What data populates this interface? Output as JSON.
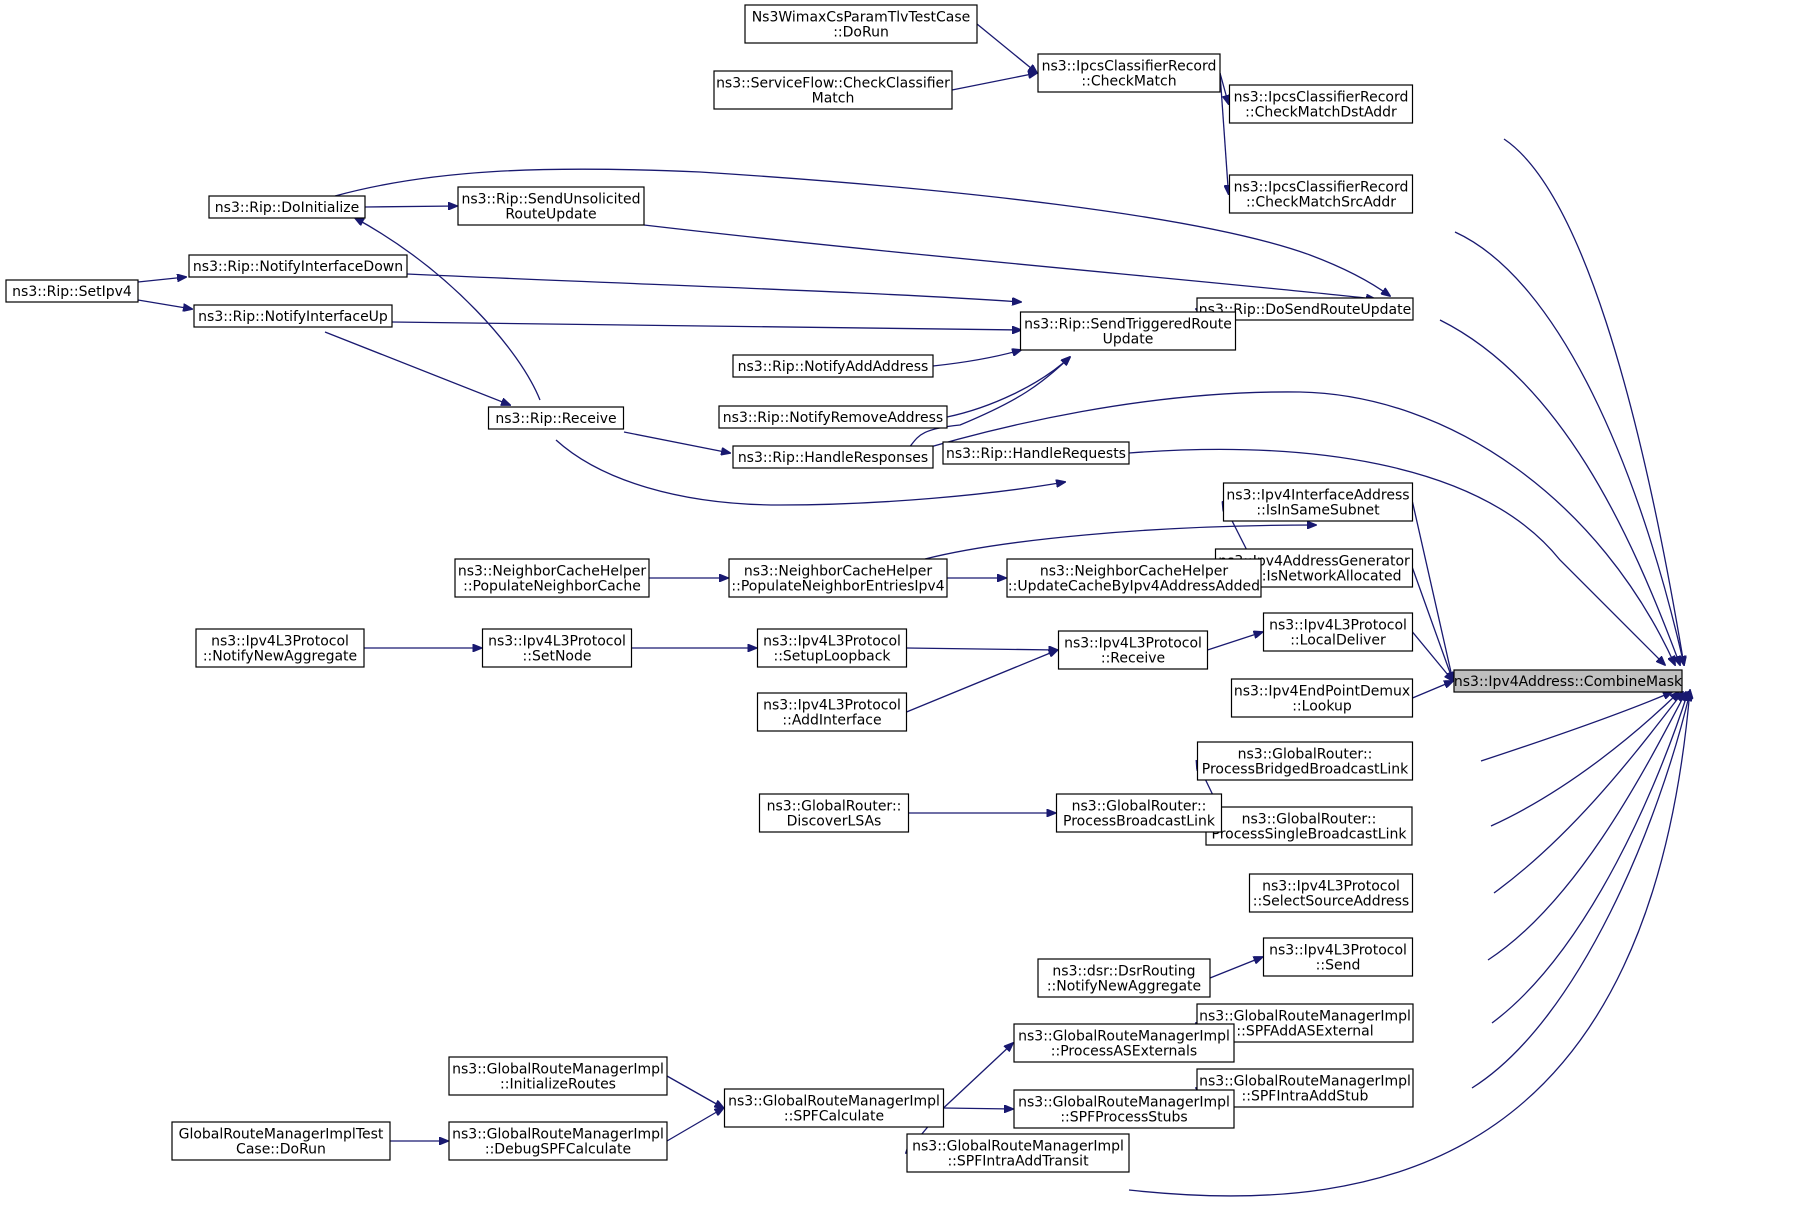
{
  "graph": {
    "root": "n_combine",
    "edge_color": "#191970",
    "root_fill": "#bfbfbf",
    "nodes": [
      {
        "id": "n_combine",
        "name": "node-ipv4address-combinemask",
        "lines": [
          "ns3::Ipv4Address::CombineMask"
        ],
        "root": true
      },
      {
        "id": "n_chkdst",
        "name": "node-ipcsclassifierrecord-checkmatchdstaddr",
        "lines": [
          "ns3::IpcsClassifierRecord",
          "::CheckMatchDstAddr"
        ]
      },
      {
        "id": "n_chksrc",
        "name": "node-ipcsclassifierrecord-checkmatchsrcaddr",
        "lines": [
          "ns3::IpcsClassifierRecord",
          "::CheckMatchSrcAddr"
        ]
      },
      {
        "id": "n_dosend",
        "name": "node-rip-dosendrouteupdate",
        "lines": [
          "ns3::Rip::DoSendRouteUpdate"
        ]
      },
      {
        "id": "n_issame",
        "name": "node-ipv4interfaceaddress-isinsamesubnet",
        "lines": [
          "ns3::Ipv4InterfaceAddress",
          "::IsInSameSubnet"
        ]
      },
      {
        "id": "n_isnet",
        "name": "node-ipv4addressgenerator-isnetworkallocated",
        "lines": [
          "ns3::Ipv4AddressGenerator",
          "Impl::IsNetworkAllocated"
        ]
      },
      {
        "id": "n_localdel",
        "name": "node-ipv4l3protocol-localdeliver",
        "lines": [
          "ns3::Ipv4L3Protocol",
          "::LocalDeliver"
        ]
      },
      {
        "id": "n_lookup",
        "name": "node-ipv4endpointdemux-lookup",
        "lines": [
          "ns3::Ipv4EndPointDemux",
          "::Lookup"
        ]
      },
      {
        "id": "n_bridged",
        "name": "node-globalrouter-processbridgedbroadcastlink",
        "lines": [
          "ns3::GlobalRouter::",
          "ProcessBridgedBroadcastLink"
        ]
      },
      {
        "id": "n_single",
        "name": "node-globalrouter-processsinglebroadcastlink",
        "lines": [
          "ns3::GlobalRouter::",
          "ProcessSingleBroadcastLink"
        ]
      },
      {
        "id": "n_selsrc",
        "name": "node-ipv4l3protocol-selectsourceaddress",
        "lines": [
          "ns3::Ipv4L3Protocol",
          "::SelectSourceAddress"
        ]
      },
      {
        "id": "n_send",
        "name": "node-ipv4l3protocol-send",
        "lines": [
          "ns3::Ipv4L3Protocol",
          "::Send"
        ]
      },
      {
        "id": "n_spfadd",
        "name": "node-globalroutemanagerimpl-spfaddasexternal",
        "lines": [
          "ns3::GlobalRouteManagerImpl",
          "::SPFAddASExternal"
        ]
      },
      {
        "id": "n_spfstub",
        "name": "node-globalroutemanagerimpl-spfintraaddstub",
        "lines": [
          "ns3::GlobalRouteManagerImpl",
          "::SPFIntraAddStub"
        ]
      },
      {
        "id": "n_handlereq",
        "name": "node-rip-handlerequests",
        "lines": [
          "ns3::Rip::HandleRequests"
        ]
      },
      {
        "id": "n_handleresp",
        "name": "node-rip-handleresponses",
        "lines": [
          "ns3::Rip::HandleResponses"
        ]
      },
      {
        "id": "n_spftransit",
        "name": "node-globalroutemanagerimpl-spfintraaddtransit",
        "lines": [
          "ns3::GlobalRouteManagerImpl",
          "::SPFIntraAddTransit"
        ]
      },
      {
        "id": "n_checkmatch",
        "name": "node-ipcsclassifierrecord-checkmatch",
        "lines": [
          "ns3::IpcsClassifierRecord",
          "::CheckMatch"
        ]
      },
      {
        "id": "n_wimax",
        "name": "node-ns3wimaxcsparamtlvtestcase-dorun",
        "lines": [
          "Ns3WimaxCsParamTlvTestCase",
          "::DoRun"
        ]
      },
      {
        "id": "n_sflow",
        "name": "node-serviceflow-checkclassifiermatch",
        "lines": [
          "ns3::ServiceFlow::CheckClassifier",
          "Match"
        ]
      },
      {
        "id": "n_doinit",
        "name": "node-rip-doinitialize",
        "lines": [
          "ns3::Rip::DoInitialize"
        ]
      },
      {
        "id": "n_unsol",
        "name": "node-rip-sendunsolicitedrouteupdate",
        "lines": [
          "ns3::Rip::SendUnsolicited",
          "RouteUpdate"
        ]
      },
      {
        "id": "n_trig",
        "name": "node-rip-sendtriggeredrouteupdate",
        "lines": [
          "ns3::Rip::SendTriggeredRoute",
          "Update"
        ]
      },
      {
        "id": "n_ifdown",
        "name": "node-rip-notifyinterfacedown",
        "lines": [
          "ns3::Rip::NotifyInterfaceDown"
        ]
      },
      {
        "id": "n_ifup",
        "name": "node-rip-notifyinterfaceup",
        "lines": [
          "ns3::Rip::NotifyInterfaceUp"
        ]
      },
      {
        "id": "n_setipv4",
        "name": "node-rip-setipv4",
        "lines": [
          "ns3::Rip::SetIpv4"
        ]
      },
      {
        "id": "n_ripreceive",
        "name": "node-rip-receive",
        "lines": [
          "ns3::Rip::Receive"
        ]
      },
      {
        "id": "n_addaddr",
        "name": "node-rip-notifyaddaddress",
        "lines": [
          "ns3::Rip::NotifyAddAddress"
        ]
      },
      {
        "id": "n_remaddr",
        "name": "node-rip-notifyremoveaddress",
        "lines": [
          "ns3::Rip::NotifyRemoveAddress"
        ]
      },
      {
        "id": "n_upcache",
        "name": "node-neighborcachehelper-updatecachebyipv4addressadded",
        "lines": [
          "ns3::NeighborCacheHelper",
          "::UpdateCacheByIpv4AddressAdded"
        ]
      },
      {
        "id": "n_popentries",
        "name": "node-neighborcachehelper-populateneighborentriesipv4",
        "lines": [
          "ns3::NeighborCacheHelper",
          "::PopulateNeighborEntriesIpv4"
        ]
      },
      {
        "id": "n_popcache",
        "name": "node-neighborcachehelper-populateneighborcache",
        "lines": [
          "ns3::NeighborCacheHelper",
          "::PopulateNeighborCache"
        ]
      },
      {
        "id": "n_l3receive",
        "name": "node-ipv4l3protocol-receive",
        "lines": [
          "ns3::Ipv4L3Protocol",
          "::Receive"
        ]
      },
      {
        "id": "n_setuploop",
        "name": "node-ipv4l3protocol-setuploopback",
        "lines": [
          "ns3::Ipv4L3Protocol",
          "::SetupLoopback"
        ]
      },
      {
        "id": "n_addif",
        "name": "node-ipv4l3protocol-addinterface",
        "lines": [
          "ns3::Ipv4L3Protocol",
          "::AddInterface"
        ]
      },
      {
        "id": "n_setnode",
        "name": "node-ipv4l3protocol-setnode",
        "lines": [
          "ns3::Ipv4L3Protocol",
          "::SetNode"
        ]
      },
      {
        "id": "n_notagg",
        "name": "node-ipv4l3protocol-notifynewaggregate",
        "lines": [
          "ns3::Ipv4L3Protocol",
          "::NotifyNewAggregate"
        ]
      },
      {
        "id": "n_procbcast",
        "name": "node-globalrouter-processbroadcastlink",
        "lines": [
          "ns3::GlobalRouter::",
          "ProcessBroadcastLink"
        ]
      },
      {
        "id": "n_discover",
        "name": "node-globalrouter-discoverlsas",
        "lines": [
          "ns3::GlobalRouter::",
          "DiscoverLSAs"
        ]
      },
      {
        "id": "n_dsr",
        "name": "node-dsrrouting-notifynewaggregate",
        "lines": [
          "ns3::dsr::DsrRouting",
          "::NotifyNewAggregate"
        ]
      },
      {
        "id": "n_procasext",
        "name": "node-globalroutemanagerimpl-processasexternals",
        "lines": [
          "ns3::GlobalRouteManagerImpl",
          "::ProcessASExternals"
        ]
      },
      {
        "id": "n_spfprocstub",
        "name": "node-globalroutemanagerimpl-spfprocessstubs",
        "lines": [
          "ns3::GlobalRouteManagerImpl",
          "::SPFProcessStubs"
        ]
      },
      {
        "id": "n_spfcalc",
        "name": "node-globalroutemanagerimpl-spfcalculate",
        "lines": [
          "ns3::GlobalRouteManagerImpl",
          "::SPFCalculate"
        ]
      },
      {
        "id": "n_initroutes",
        "name": "node-globalroutemanagerimpl-initializeroutes",
        "lines": [
          "ns3::GlobalRouteManagerImpl",
          "::InitializeRoutes"
        ]
      },
      {
        "id": "n_debugspf",
        "name": "node-globalroutemanagerimpl-debugspfcalculate",
        "lines": [
          "ns3::GlobalRouteManagerImpl",
          "::DebugSPFCalculate"
        ]
      },
      {
        "id": "n_grmtest",
        "name": "node-globalroutemanagerimpltestcase-dorun",
        "lines": [
          "GlobalRouteManagerImplTest",
          "Case::DoRun"
        ]
      }
    ],
    "edges": [
      {
        "from": "n_chkdst",
        "to": "n_combine"
      },
      {
        "from": "n_chksrc",
        "to": "n_combine"
      },
      {
        "from": "n_dosend",
        "to": "n_combine"
      },
      {
        "from": "n_handleresp",
        "to": "n_combine"
      },
      {
        "from": "n_handlereq",
        "to": "n_combine"
      },
      {
        "from": "n_issame",
        "to": "n_combine"
      },
      {
        "from": "n_isnet",
        "to": "n_combine"
      },
      {
        "from": "n_localdel",
        "to": "n_combine"
      },
      {
        "from": "n_lookup",
        "to": "n_combine"
      },
      {
        "from": "n_bridged",
        "to": "n_combine"
      },
      {
        "from": "n_single",
        "to": "n_combine"
      },
      {
        "from": "n_selsrc",
        "to": "n_combine"
      },
      {
        "from": "n_send",
        "to": "n_combine"
      },
      {
        "from": "n_spfadd",
        "to": "n_combine"
      },
      {
        "from": "n_spfstub",
        "to": "n_combine"
      },
      {
        "from": "n_spftransit",
        "to": "n_combine"
      },
      {
        "from": "n_checkmatch",
        "to": "n_chkdst"
      },
      {
        "from": "n_checkmatch",
        "to": "n_chksrc"
      },
      {
        "from": "n_wimax",
        "to": "n_checkmatch"
      },
      {
        "from": "n_sflow",
        "to": "n_checkmatch"
      },
      {
        "from": "n_doinit",
        "to": "n_dosend"
      },
      {
        "from": "n_unsol",
        "to": "n_dosend"
      },
      {
        "from": "n_trig",
        "to": "n_dosend"
      },
      {
        "from": "n_doinit",
        "to": "n_unsol"
      },
      {
        "from": "n_ifdown",
        "to": "n_trig"
      },
      {
        "from": "n_ifup",
        "to": "n_trig"
      },
      {
        "from": "n_addaddr",
        "to": "n_trig"
      },
      {
        "from": "n_remaddr",
        "to": "n_trig"
      },
      {
        "from": "n_handleresp",
        "to": "n_trig"
      },
      {
        "from": "n_setipv4",
        "to": "n_ifdown"
      },
      {
        "from": "n_setipv4",
        "to": "n_ifup"
      },
      {
        "from": "n_ifup",
        "to": "n_ripreceive"
      },
      {
        "from": "n_ripreceive",
        "to": "n_doinit"
      },
      {
        "from": "n_ripreceive",
        "to": "n_handleresp"
      },
      {
        "from": "n_ripreceive",
        "to": "n_handlereq"
      },
      {
        "from": "n_popentries",
        "to": "n_issame"
      },
      {
        "from": "n_upcache",
        "to": "n_issame"
      },
      {
        "from": "n_popentries",
        "to": "n_upcache"
      },
      {
        "from": "n_popcache",
        "to": "n_popentries"
      },
      {
        "from": "n_l3receive",
        "to": "n_localdel"
      },
      {
        "from": "n_setuploop",
        "to": "n_l3receive"
      },
      {
        "from": "n_addif",
        "to": "n_l3receive"
      },
      {
        "from": "n_setnode",
        "to": "n_setuploop"
      },
      {
        "from": "n_notagg",
        "to": "n_setnode"
      },
      {
        "from": "n_procbcast",
        "to": "n_bridged"
      },
      {
        "from": "n_procbcast",
        "to": "n_single"
      },
      {
        "from": "n_discover",
        "to": "n_procbcast"
      },
      {
        "from": "n_dsr",
        "to": "n_send"
      },
      {
        "from": "n_procasext",
        "to": "n_spfadd"
      },
      {
        "from": "n_spfprocstub",
        "to": "n_spfstub"
      },
      {
        "from": "n_spfcalc",
        "to": "n_procasext"
      },
      {
        "from": "n_spfcalc",
        "to": "n_spfprocstub"
      },
      {
        "from": "n_spfcalc",
        "to": "n_spftransit"
      },
      {
        "from": "n_initroutes",
        "to": "n_spfcalc"
      },
      {
        "from": "n_debugspf",
        "to": "n_spfcalc"
      },
      {
        "from": "n_grmtest",
        "to": "n_debugspf"
      }
    ]
  }
}
